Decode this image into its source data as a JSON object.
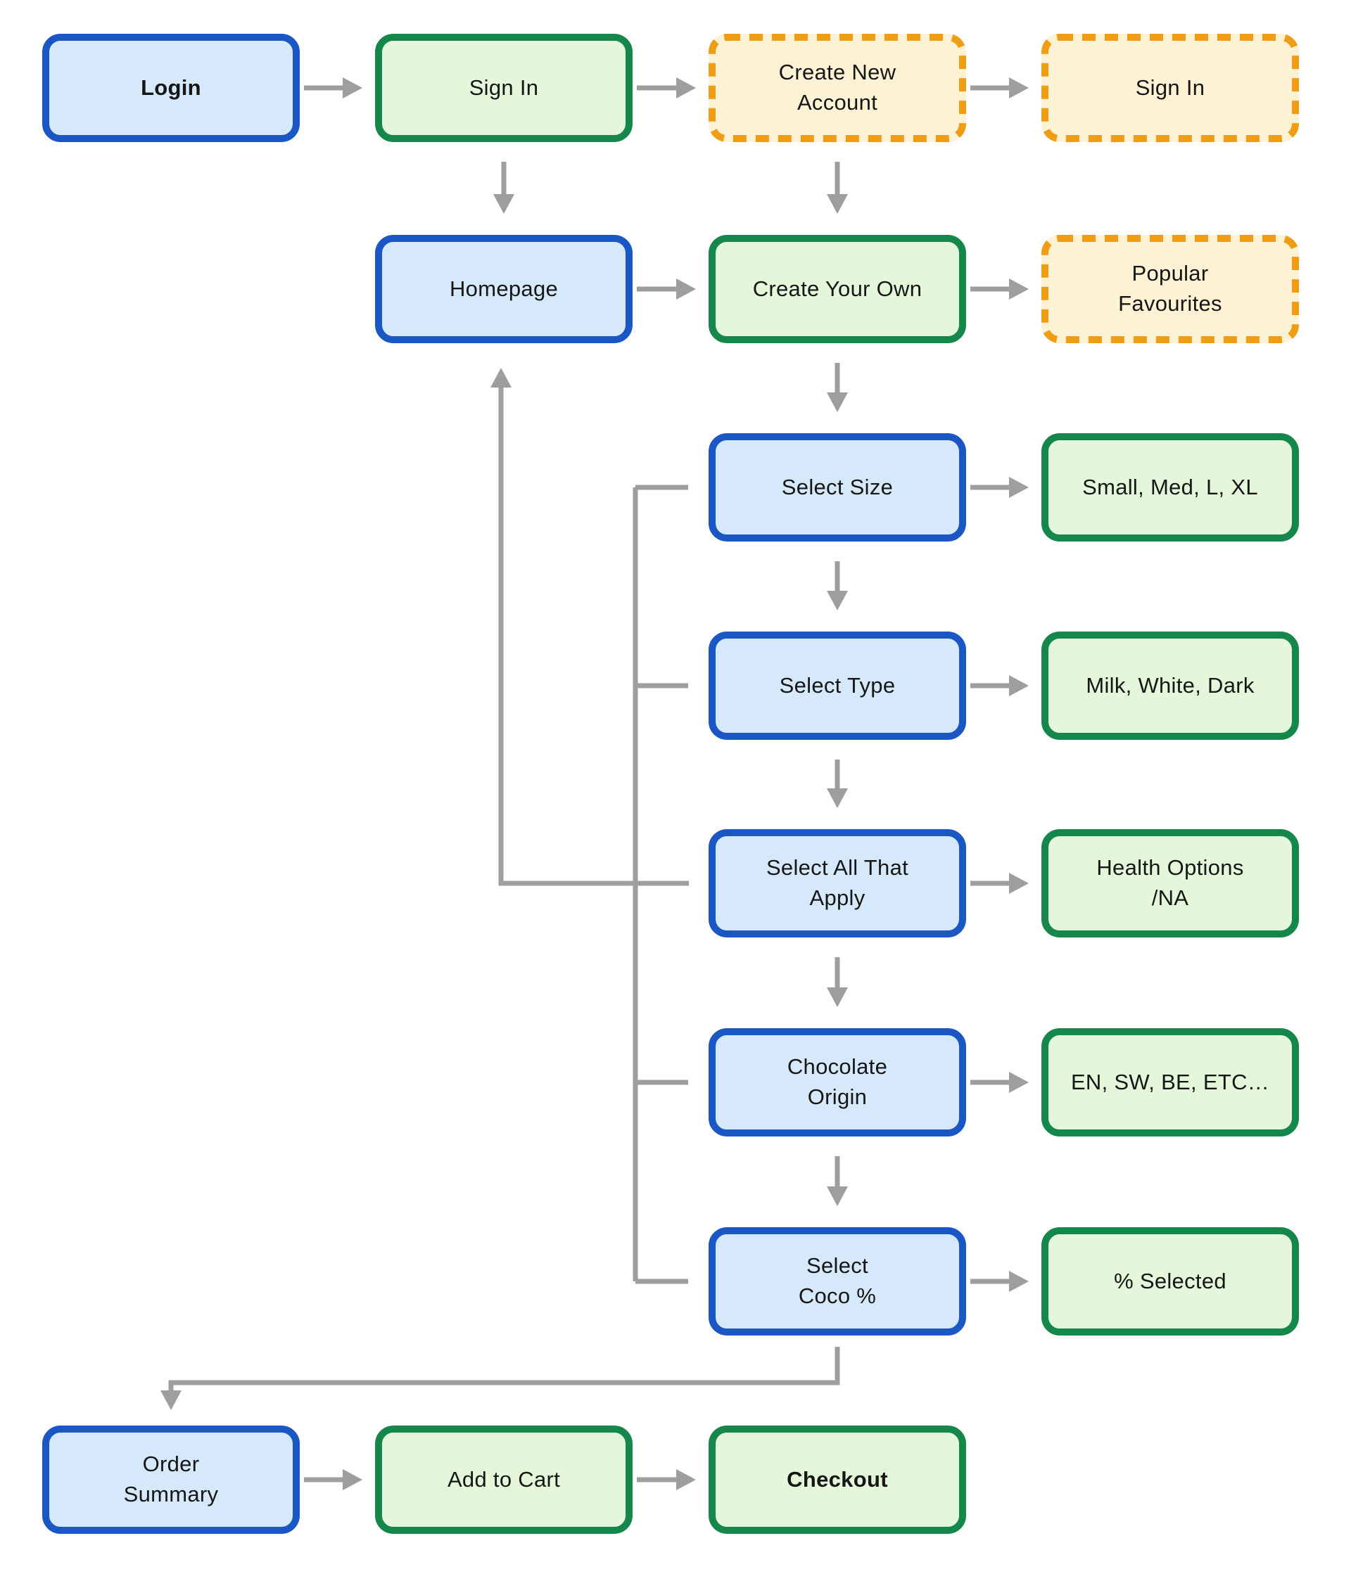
{
  "diagram": {
    "palette": {
      "bg": "#ffffff",
      "screen_fill": "#d6e9fa",
      "screen_border": "#1a56c4",
      "action_fill": "#e5f7da",
      "action_border": "#16874b",
      "optional_fill": "#fdf2d3",
      "optional_border": "#f09d16",
      "connector": "#9e9e9e",
      "text_color": "#161616"
    },
    "nodes": [
      {
        "id": "login",
        "label": "Login",
        "bold": true,
        "style": "screen",
        "col": 1,
        "row": 1
      },
      {
        "id": "sign-in",
        "label": "Sign In",
        "style": "action",
        "col": 2,
        "row": 1
      },
      {
        "id": "create-new-account",
        "label": "Create New\nAccount",
        "style": "optional",
        "col": 3,
        "row": 1
      },
      {
        "id": "sign-in-2",
        "label": "Sign In",
        "style": "optional",
        "col": 4,
        "row": 1
      },
      {
        "id": "homepage",
        "label": "Homepage",
        "style": "screen",
        "col": 2,
        "row": 2
      },
      {
        "id": "create-your-own",
        "label": "Create Your Own",
        "style": "action",
        "col": 3,
        "row": 2
      },
      {
        "id": "popular-favourites",
        "label": "Popular\nFavourites",
        "style": "optional",
        "col": 4,
        "row": 2
      },
      {
        "id": "select-size",
        "label": "Select Size",
        "style": "screen",
        "col": 3,
        "row": 3
      },
      {
        "id": "size-options",
        "label": "Small, Med, L, XL",
        "style": "action",
        "col": 4,
        "row": 3
      },
      {
        "id": "select-type",
        "label": "Select Type",
        "style": "screen",
        "col": 3,
        "row": 4
      },
      {
        "id": "type-options",
        "label": "Milk, White, Dark",
        "style": "action",
        "col": 4,
        "row": 4
      },
      {
        "id": "select-all-that-apply",
        "label": "Select All That\nApply",
        "style": "screen",
        "col": 3,
        "row": 5
      },
      {
        "id": "health-options",
        "label": "Health Options\n/NA",
        "style": "action",
        "col": 4,
        "row": 5
      },
      {
        "id": "chocolate-origin",
        "label": "Chocolate\nOrigin",
        "style": "screen",
        "col": 3,
        "row": 6
      },
      {
        "id": "origin-options",
        "label": "EN, SW, BE, ETC…",
        "style": "action",
        "col": 4,
        "row": 6
      },
      {
        "id": "select-coco",
        "label": "Select\nCoco %",
        "style": "screen",
        "col": 3,
        "row": 7
      },
      {
        "id": "coco-selected",
        "label": "% Selected",
        "style": "action",
        "col": 4,
        "row": 7
      },
      {
        "id": "order-summary",
        "label": "Order\nSummary",
        "style": "screen",
        "col": 1,
        "row": 8
      },
      {
        "id": "add-to-cart",
        "label": "Add to Cart",
        "style": "action",
        "col": 2,
        "row": 8
      },
      {
        "id": "checkout",
        "label": "Checkout",
        "bold": true,
        "style": "action",
        "col": 3,
        "row": 8
      }
    ],
    "edges": [
      {
        "from": "login",
        "to": "sign-in",
        "kind": "right"
      },
      {
        "from": "sign-in",
        "to": "create-new-account",
        "kind": "right"
      },
      {
        "from": "create-new-account",
        "to": "sign-in-2",
        "kind": "right"
      },
      {
        "from": "homepage",
        "to": "create-your-own",
        "kind": "right"
      },
      {
        "from": "create-your-own",
        "to": "popular-favourites",
        "kind": "right"
      },
      {
        "from": "select-size",
        "to": "size-options",
        "kind": "right"
      },
      {
        "from": "select-type",
        "to": "type-options",
        "kind": "right"
      },
      {
        "from": "select-all-that-apply",
        "to": "health-options",
        "kind": "right"
      },
      {
        "from": "chocolate-origin",
        "to": "origin-options",
        "kind": "right"
      },
      {
        "from": "select-coco",
        "to": "coco-selected",
        "kind": "right"
      },
      {
        "from": "order-summary",
        "to": "add-to-cart",
        "kind": "right"
      },
      {
        "from": "add-to-cart",
        "to": "checkout",
        "kind": "right"
      },
      {
        "from": "sign-in",
        "to": "homepage",
        "kind": "down"
      },
      {
        "from": "create-new-account",
        "to": "create-your-own",
        "kind": "down"
      },
      {
        "from": "create-your-own",
        "to": "select-size",
        "kind": "down"
      },
      {
        "from": "select-size",
        "to": "select-type",
        "kind": "down"
      },
      {
        "from": "select-type",
        "to": "select-all-that-apply",
        "kind": "down"
      },
      {
        "from": "select-all-that-apply",
        "to": "chocolate-origin",
        "kind": "down"
      },
      {
        "from": "chocolate-origin",
        "to": "select-coco",
        "kind": "down"
      },
      {
        "from": "select-all-that-apply",
        "to": "homepage",
        "kind": "return-up"
      },
      {
        "from": "select-size",
        "to": "select-coco",
        "kind": "trunk",
        "taps": [
          "select-size",
          "select-type",
          "chocolate-origin",
          "select-coco"
        ]
      },
      {
        "from": "select-coco",
        "to": "order-summary",
        "kind": "elbow-down"
      }
    ]
  }
}
